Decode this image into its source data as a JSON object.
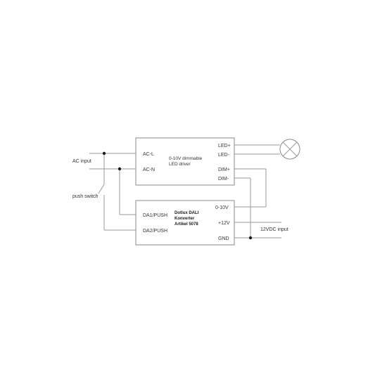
{
  "led_driver": {
    "title_line1": "0-10V dimmable",
    "title_line2": "LED driver",
    "pin_ac_l": "AC-L",
    "pin_ac_n": "AC-N",
    "pin_led_plus": "LED+",
    "pin_led_minus": "LED-",
    "pin_dim_plus": "DIM+",
    "pin_dim_minus": "DIM-"
  },
  "dali_converter": {
    "title_line1": "Dotlux DALI",
    "title_line2": "Konverter",
    "title_line3": "Artikel 5078",
    "pin_da1": "DA1/PUSH",
    "pin_da2": "DA2/PUSH",
    "pin_0_10v": "0-10V",
    "pin_12v": "+12V",
    "pin_gnd": "GND"
  },
  "labels": {
    "ac_input": "AC input",
    "push_switch": "push switch",
    "dc_input": "12VDC input"
  },
  "colors": {
    "wire": "#9a9a9a",
    "box_border": "#8a8a8a",
    "junction": "#1a1a1a"
  },
  "icons": [
    "lamp-icon",
    "switch-icon"
  ]
}
